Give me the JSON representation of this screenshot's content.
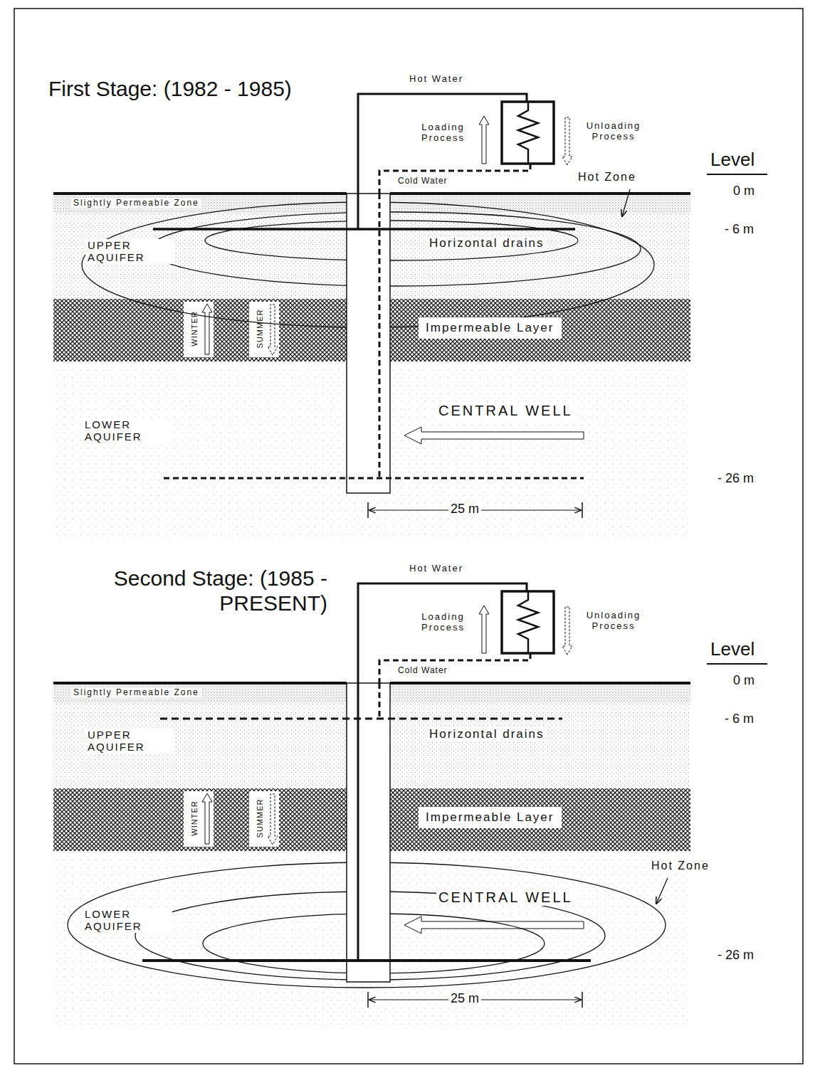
{
  "diagram": {
    "nodes": [
      {
        "text": [
          "Impermeable Layer"
        ]
      },
      {
        "text": [
          "Impermeable Layer"
        ]
      }
    ],
    "labels": [
      "First Stage: (1982 - 1985)",
      "Hot Water",
      "Loading Process",
      "Unloading Process",
      "Cold Water",
      "Hot Zone",
      "Level",
      "0 m",
      "- 6 m",
      "Slightly Permeable Zone",
      "UPPER AQUIFER",
      "Horizontal drains",
      "WINTER",
      "SUMMER",
      "CENTRAL WELL",
      "LOWER AQUIFER",
      "- 26 m",
      "25 m",
      "Second Stage: (1985 - PRESENT)",
      "Hot Water",
      "Loading Process",
      "Unloading Process",
      "Cold Water",
      "Hot Zone",
      "Level",
      "0 m",
      "- 6 m",
      "Slightly Permeable Zone",
      "UPPER AQUIFER",
      "Horizontal drains",
      "WINTER",
      "SUMMER",
      "CENTRAL WELL",
      "LOWER AQUIFER",
      "- 26 m",
      "25 m"
    ]
  }
}
